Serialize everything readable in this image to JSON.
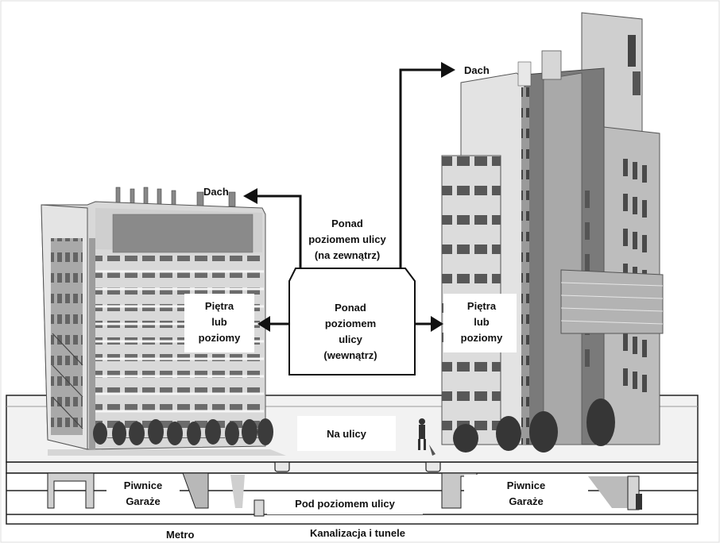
{
  "labels": {
    "roof_left": "Dach",
    "roof_right": "Dach",
    "above_outside": [
      "Ponad",
      "poziomem ulicy",
      "(na zewnątrz)"
    ],
    "above_inside": [
      "Ponad",
      "poziomem",
      "ulicy",
      "(wewnątrz)"
    ],
    "floors_left": [
      "Piętra",
      "lub",
      "poziomy"
    ],
    "floors_right": [
      "Piętra",
      "lub",
      "poziomy"
    ],
    "street": "Na  ulicy",
    "basement_left": [
      "Piwnice",
      "Garaże"
    ],
    "basement_right": [
      "Piwnice",
      "Garaże"
    ],
    "below_street": "Pod poziomem ulicy",
    "metro": "Metro",
    "sewers": "Kanalizacja i tunele"
  },
  "colors": {
    "arrow": "#111111",
    "building_light": "#e2e2e2",
    "building_mid": "#bdbdbd",
    "building_dark": "#7d7d7d",
    "window": "#555555",
    "tree": "#3d3d3d",
    "ground": "#f1f1f1"
  }
}
